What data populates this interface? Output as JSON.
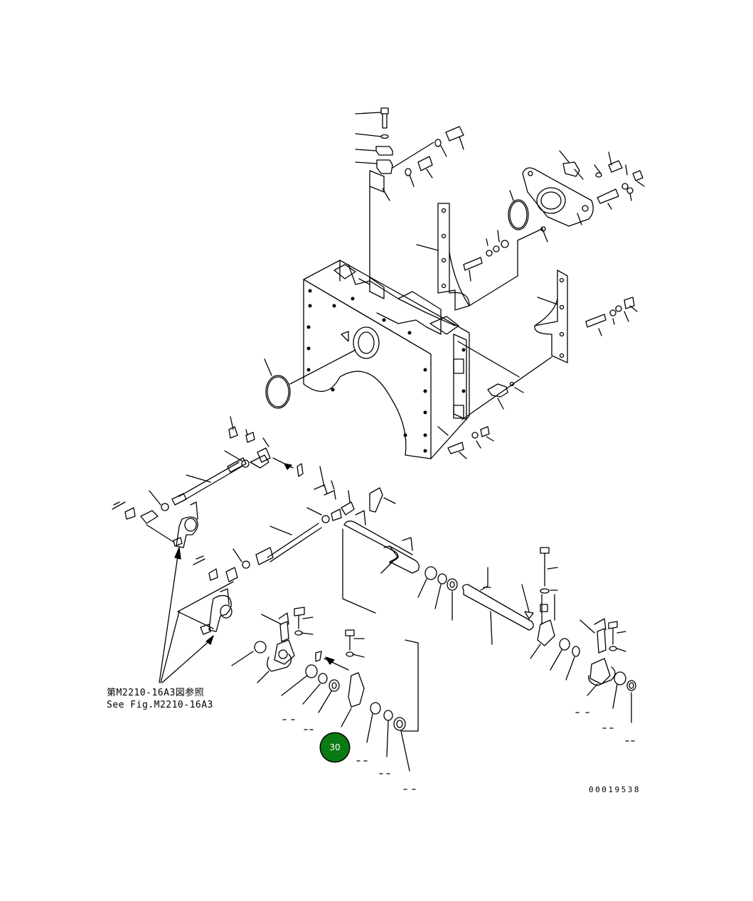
{
  "reference_note": {
    "jp": "第M2210-16A3図参照",
    "en": "See Fig.M2210-16A3"
  },
  "drawing_number": "00019538",
  "callout": {
    "label": "30",
    "color": "#0a7a12"
  }
}
